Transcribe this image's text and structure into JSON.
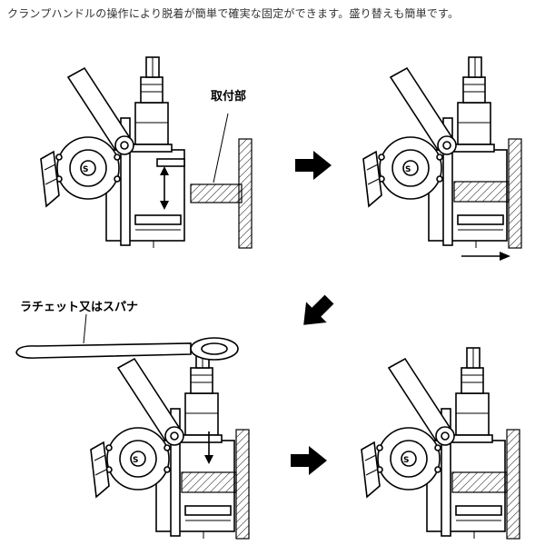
{
  "caption": "クランプハンドルの操作により脱着が簡単で確実な固定ができます。盛り替えも簡単です。",
  "labels": {
    "mount": "取付部",
    "ratchet": "ラチェット又はスパナ"
  },
  "colors": {
    "line": "#000000",
    "caption_text": "#333333",
    "background": "#ffffff"
  },
  "arrows": [
    {
      "name": "arrow-right-top",
      "direction": "right"
    },
    {
      "name": "arrow-down-left",
      "direction": "down-left"
    },
    {
      "name": "arrow-right-bottom",
      "direction": "right"
    },
    {
      "name": "arrow-slide-right",
      "direction": "right"
    }
  ]
}
